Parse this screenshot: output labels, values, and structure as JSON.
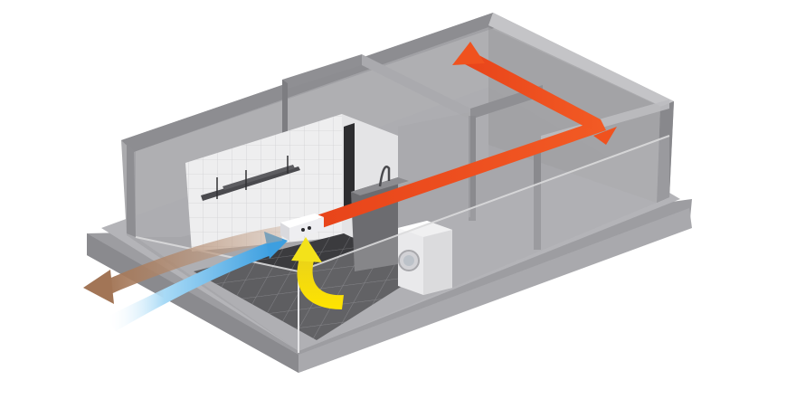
{
  "scene": {
    "background_color": "#ffffff",
    "subject": "ventilation-airflow-apartment",
    "colors": {
      "wall_light": "#b9b9bc",
      "wall_mid": "#9a9a9e",
      "wall_dark": "#6f6f73",
      "floor_tile": "#3a3a3d",
      "floor_grout": "#6a6a6e",
      "glass_tint": "#c8c8cc",
      "warm_exhaust_arrow": "#f0521e",
      "supply_arrow_blue": "#5fb4e8",
      "exhaust_arrow_brown": "#b98b6a",
      "return_arrow_yellow": "#f3e21a",
      "unit_body": "#f4f4f6"
    },
    "icons": [
      "ventilation-unit",
      "washing-machine",
      "kitchen-shelf",
      "kitchen-tap"
    ]
  }
}
